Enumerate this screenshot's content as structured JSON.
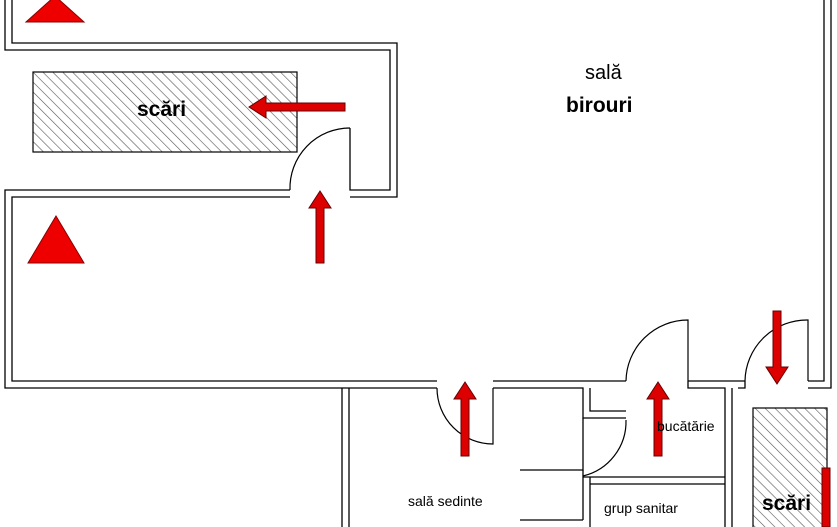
{
  "labels": {
    "stairs_top": "scări",
    "office_hall_line1": "sală",
    "office_hall_line2": "birouri",
    "kitchen": "bucătărie",
    "meeting_room": "sală sedinte",
    "restroom": "grup sanitar",
    "stairs_bottom": "scări"
  },
  "colors": {
    "wall": "#000000",
    "arrow": "#dd0000",
    "triangle": "#ee0000",
    "hatch": "#555555"
  },
  "icons": {
    "exit_marker": "red-triangle",
    "direction": "red-arrow"
  }
}
